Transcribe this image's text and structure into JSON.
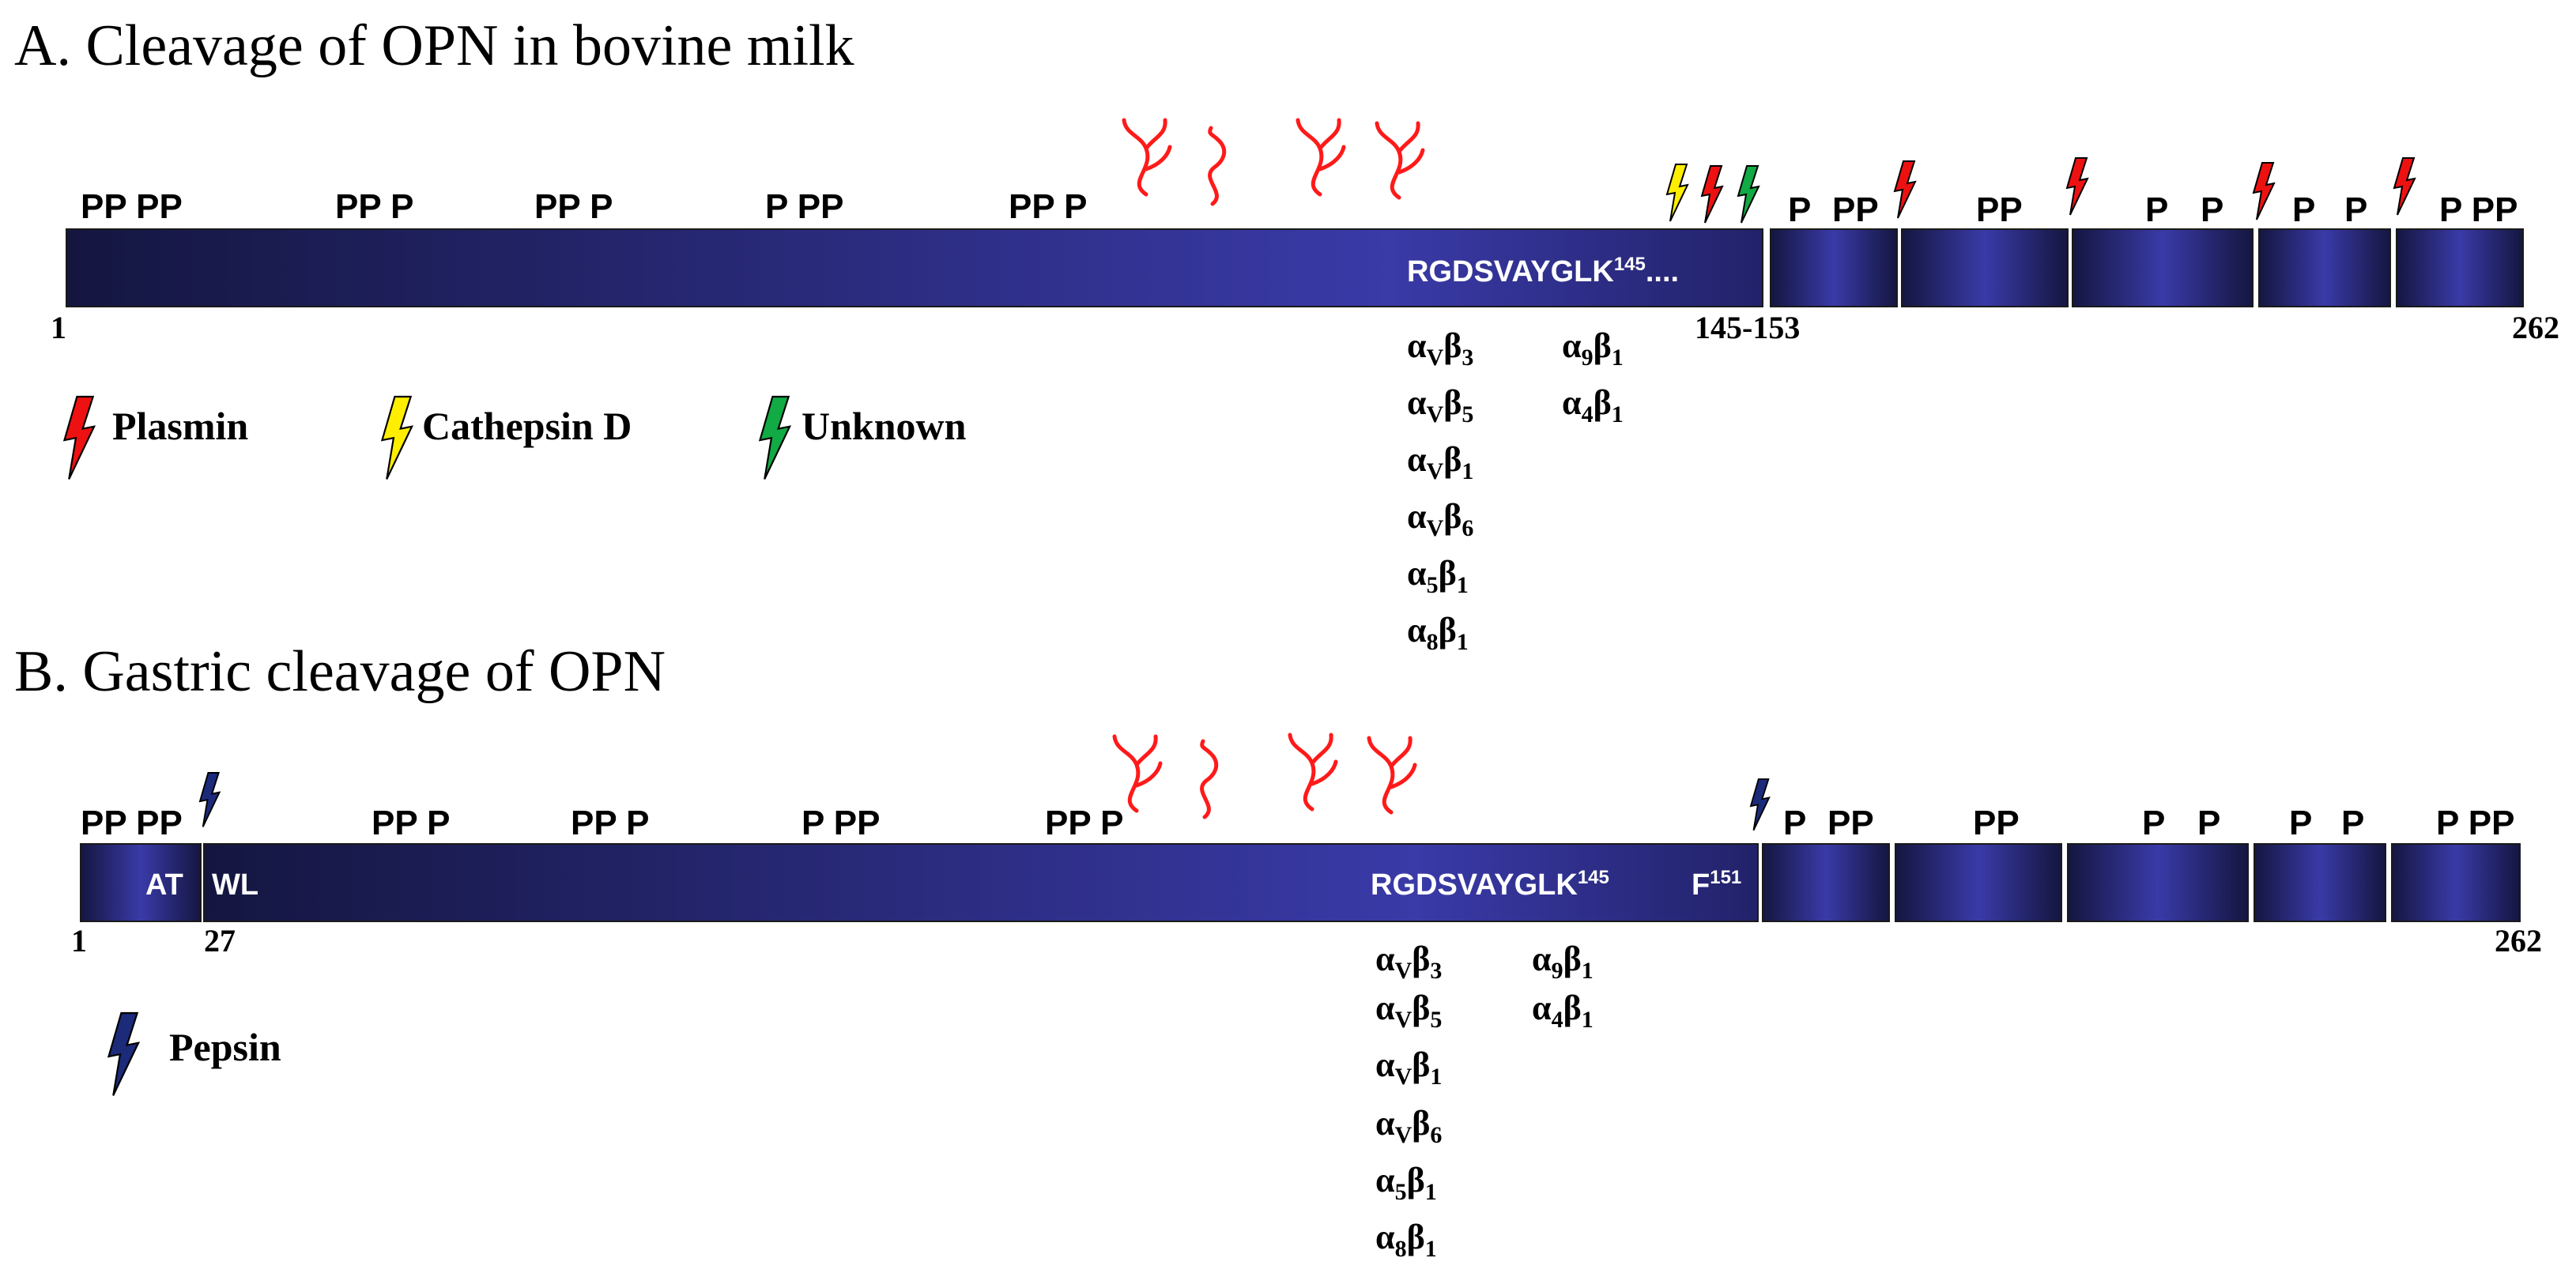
{
  "panel_a": {
    "title": "A. Cleavage of OPN in bovine milk",
    "phospho_labels": [
      "PP PP",
      "PP P",
      "PP P",
      "P PP",
      "PP P",
      "P",
      "PP",
      "PP",
      "P",
      "P",
      "P",
      "P",
      "P PP"
    ],
    "sequence": "RGDSVAYGLK",
    "sequence_sup": "145",
    "sequence_tail": "....",
    "start_residue": "1",
    "range_label": "145-153",
    "end_residue": "262",
    "integrins_left": [
      {
        "a": "α",
        "a_sub": "V",
        "b": "β",
        "b_sub": "3"
      },
      {
        "a": "α",
        "a_sub": "V",
        "b": "β",
        "b_sub": "5"
      },
      {
        "a": "α",
        "a_sub": "V",
        "b": "β",
        "b_sub": "1"
      },
      {
        "a": "α",
        "a_sub": "V",
        "b": "β",
        "b_sub": "6"
      },
      {
        "a": "α",
        "a_sub": "5",
        "b": "β",
        "b_sub": "1"
      },
      {
        "a": "α",
        "a_sub": "8",
        "b": "β",
        "b_sub": "1"
      }
    ],
    "integrins_right": [
      {
        "a": "α",
        "a_sub": "9",
        "b": "β",
        "b_sub": "1"
      },
      {
        "a": "α",
        "a_sub": "4",
        "b": "β",
        "b_sub": "1"
      }
    ],
    "legend": [
      {
        "label": "Plasmin",
        "color": "#ee1111",
        "icon": "lightning-bolt-icon"
      },
      {
        "label": "Cathepsin D",
        "color": "#ffee00",
        "icon": "lightning-bolt-icon"
      },
      {
        "label": "Unknown",
        "color": "#11aa44",
        "icon": "lightning-bolt-icon"
      }
    ]
  },
  "panel_b": {
    "title": "B. Gastric cleavage of OPN",
    "phospho_labels": [
      "PP PP",
      "PP P",
      "PP P",
      "P PP",
      "PP P",
      "P",
      "PP",
      "PP",
      "P",
      "P",
      "P",
      "P",
      "P PP"
    ],
    "domain_left_label": "AT",
    "domain_main_label": "WL",
    "sequence": "RGDSVAYGLK",
    "sequence_sup": "145",
    "f_label": "F",
    "f_sup": "151",
    "start_residue": "1",
    "cut_residue": "27",
    "end_residue": "262",
    "integrins_left": [
      {
        "a": "α",
        "a_sub": "V",
        "b": "β",
        "b_sub": "3"
      },
      {
        "a": "α",
        "a_sub": "V",
        "b": "β",
        "b_sub": "5"
      },
      {
        "a": "α",
        "a_sub": "V",
        "b": "β",
        "b_sub": "1"
      },
      {
        "a": "α",
        "a_sub": "V",
        "b": "β",
        "b_sub": "6"
      },
      {
        "a": "α",
        "a_sub": "5",
        "b": "β",
        "b_sub": "1"
      },
      {
        "a": "α",
        "a_sub": "8",
        "b": "β",
        "b_sub": "1"
      }
    ],
    "integrins_right": [
      {
        "a": "α",
        "a_sub": "9",
        "b": "β",
        "b_sub": "1"
      },
      {
        "a": "α",
        "a_sub": "4",
        "b": "β",
        "b_sub": "1"
      }
    ],
    "legend": [
      {
        "label": "Pepsin",
        "color": "#1c2a7a",
        "icon": "lightning-bolt-icon"
      }
    ]
  },
  "colors": {
    "domain_dark": "#141640",
    "domain_light": "#3a3aa8",
    "glycan": "#ff1a1a",
    "plasmin": "#ee1111",
    "cathepsin_d": "#ffee00",
    "unknown": "#11aa44",
    "pepsin": "#1c2a7a"
  }
}
